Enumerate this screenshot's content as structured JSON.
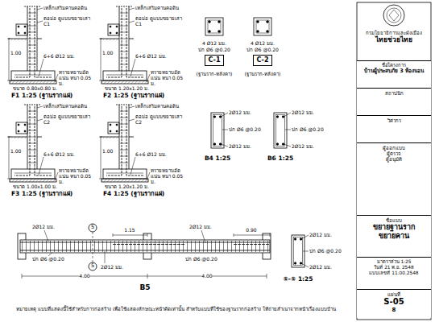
{
  "diagram": {
    "nodes": [
      {
        "text": [
          "C-1"
        ]
      },
      {
        "text": [
          "C-2"
        ]
      },
      {
        "text": [
          "กรมโยธาธิการและผังเมือง",
          "ไทยช่วยไทย"
        ]
      },
      {
        "text": [
          "ชื่อโครงการ",
          "บ้านผู้ประสบภัย 3 ห้องนอน"
        ]
      },
      {
        "text": [
          "สถาปนิก"
        ]
      },
      {
        "text": [
          "วิศวกร"
        ]
      },
      {
        "text": [
          "ผู้ออกแบบ",
          "ผู้ตรวจ",
          "ผู้อนุมัติ"
        ]
      },
      {
        "text": [
          "ชื่อแบบ",
          "ขยายฐานราก",
          "ขยายคาน"
        ]
      },
      {
        "text": [
          "มาตราส่วน 1:25",
          "วันที่ 21 พ.ย. 2548",
          "แบบเลขที่ 11.00.2548"
        ]
      },
      {
        "text": [
          "แผ่นที่",
          "S-05",
          "8"
        ]
      }
    ],
    "labels": [
      "เหล็กเสริมคานคอดิน",
      "ตอม่อ ดูแบบขยายเสา C1",
      "6+6 Ø12 มม.",
      "ทรายหยาบอัดแน่น หนา 0.05 ม.",
      "1.00",
      "ขนาด 0.80x0.80 ม.",
      "F1 1:25 (ฐานรากแผ่)",
      "เหล็กเสริมคานคอดิน",
      "ตอม่อ ดูแบบขยายเสา C1",
      "6+6 Ø12 มม.",
      "ทรายหยาบอัดแน่น หนา 0.05 ม.",
      "1.00",
      "ขนาด 1.20x1.20 ม.",
      "F2 1:25 (ฐานรากแผ่)",
      "เหล็กเสริมคานคอดิน",
      "ตอม่อ ดูแบบขยายเสา C2",
      "6+6 Ø12 มม.",
      "ทรายหยาบอัดแน่น หนา 0.05 ม.",
      "1.00",
      "ขนาด 1.00x1.00 ม.",
      "F3 1:25 (ฐานรากแผ่)",
      "เหล็กเสริมคานคอดิน",
      "ตอม่อ ดูแบบขยายเสา C2",
      "6+6 Ø12 มม.",
      "ทรายหยาบอัดแน่น หนา 0.05 ม.",
      "1.00",
      "ขนาด 1.20x1.20 ม.",
      "F4 1:25 (ฐานรากแผ่)",
      "4 Ø12 มม.",
      "ปก Ø6 @0.20",
      "(ฐานราก-หลังคา)",
      "4 Ø12 มม.",
      "ปก Ø6 @0.20",
      "(ฐานราก-หลังคา)",
      "2Ø12 มม.",
      "ปก Ø6 @0.20",
      "2Ø12 มม.",
      "B4 1:25",
      "2Ø12 มม.",
      "ปก Ø6 @0.20",
      "2Ø12 มม.",
      "B6 1:25",
      "2Ø12 มม.",
      "1.15",
      "2Ø12 มม.",
      "0.90",
      "ปก Ø6 @0.20",
      "ปก Ø6 @0.20",
      "2Ø12 มม.",
      "4.00",
      "4.00",
      "5",
      "5",
      "B5",
      "2Ø12 มม.",
      "ปก Ø6 @0.20",
      "2Ø12 มม.",
      "⑤-⑤ 1:25",
      "หมายเหตุ แบบที่แสดงนี้ใช้สำหรับการก่อสร้าง เพื่อใช้แสดงลักษณะหน้าตัดเท่านั้น สำหรับแบบที่ใช้ของฐานรากก่อสร้าง ให้ถ่ายสำเนาจากหน้าเรื่องแบบบ้าน"
    ]
  }
}
